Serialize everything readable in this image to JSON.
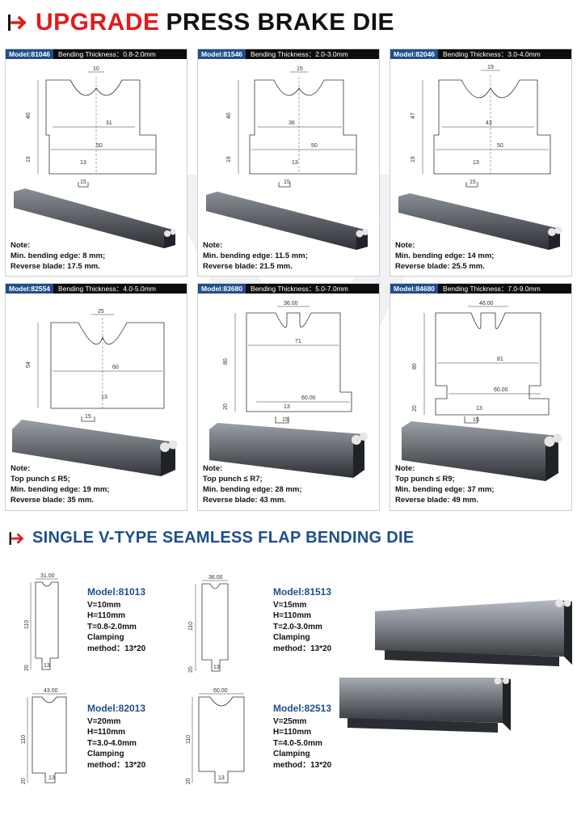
{
  "header": {
    "title_red": "UPGRADE",
    "title_black": "PRESS BRAKE DIE",
    "arrow_icon": "arrow-right-icon",
    "accent_red": "#e21b1b"
  },
  "cards": [
    {
      "model": "Model:81046",
      "bending": "Bending Thickness：0.8-2.0mm",
      "dims": {
        "top": "10",
        "w1": "31",
        "w2": "50",
        "slot": "13",
        "key": "15",
        "h": "46",
        "h2": "19"
      },
      "note": [
        "Note:",
        "Min. bending edge: 8 mm;",
        "Reverse blade: 17.5 mm."
      ]
    },
    {
      "model": "Model:81546",
      "bending": "Bending Thickness：2.0-3.0mm",
      "dims": {
        "top": "15",
        "w1": "36",
        "w2": "50",
        "slot": "13",
        "key": "15",
        "h": "46",
        "h2": "19"
      },
      "note": [
        "Note:",
        "Min. bending edge: 11.5 mm;",
        "Reverse blade: 21.5 mm."
      ]
    },
    {
      "model": "Model:82046",
      "bending": "Bending Thickness：3.0-4.0mm",
      "dims": {
        "top": "19",
        "w1": "43",
        "w2": "50",
        "slot": "13",
        "key": "15",
        "h": "47",
        "h2": "19"
      },
      "note": [
        "Note:",
        "Min. bending edge: 14 mm;",
        "Reverse blade: 25.5 mm."
      ]
    },
    {
      "model": "Model:82554",
      "bending": "Bending Thickness：4.0-5.0mm",
      "dims": {
        "top": "25",
        "w1": "60",
        "w2": "",
        "slot": "13",
        "key": "15",
        "h": "54",
        "h2": ""
      },
      "note": [
        "Note:",
        "Top punch ≤ R5;",
        "Min. bending edge: 19 mm;",
        "Reverse blade: 35 mm."
      ]
    },
    {
      "model": "Model:83680",
      "bending": "Bending Thickness：5.0-7.0mm",
      "dims": {
        "top": "36.00",
        "w1": "71",
        "w2": "60.00",
        "slot": "13",
        "key": "15",
        "h": "80",
        "h2": "20"
      },
      "note": [
        "Note:",
        "Top punch ≤ R7;",
        "Min. bending edge: 28 mm;",
        "Reverse blade: 43 mm."
      ]
    },
    {
      "model": "Model:84680",
      "bending": "Bending Thickness：7.0-9.0mm",
      "dims": {
        "top": "46.00",
        "w1": "81",
        "w2": "60.00",
        "slot": "13",
        "key": "15",
        "h": "80",
        "h2": "20"
      },
      "note": [
        "Note:",
        "Top punch ≤ R9;",
        "Min. bending edge: 37 mm;",
        "Reverse blade: 49 mm."
      ]
    }
  ],
  "section2": {
    "title": "SINGLE V-TYPE SEAMLESS FLAP BENDING DIE",
    "arrow_icon": "arrow-right-icon",
    "accent_blue": "#1f4e8c",
    "items": [
      {
        "model": "Model:81013",
        "width": "31.00",
        "h": "110",
        "h2": "20",
        "slot": "13",
        "specs": [
          "V=10mm",
          "H=110mm",
          "T=0.8-2.0mm",
          "Clamping",
          "method：13*20"
        ]
      },
      {
        "model": "Model:81513",
        "width": "36.00",
        "h": "110",
        "h2": "20",
        "slot": "13",
        "specs": [
          "V=15mm",
          "H=110mm",
          "T=2.0-3.0mm",
          "Clamping",
          "method：13*20"
        ]
      },
      {
        "model": "Model:82013",
        "width": "43.00",
        "h": "110",
        "h2": "20",
        "slot": "13",
        "specs": [
          "V=20mm",
          "H=110mm",
          "T=3.0-4.0mm",
          "Clamping",
          "method：13*20"
        ]
      },
      {
        "model": "Model:82513",
        "width": "60.00",
        "h": "110",
        "h2": "20",
        "slot": "13",
        "specs": [
          "V=25mm",
          "H=110mm",
          "T=4.0-5.0mm",
          "Clamping",
          "method：13*20"
        ]
      }
    ]
  }
}
